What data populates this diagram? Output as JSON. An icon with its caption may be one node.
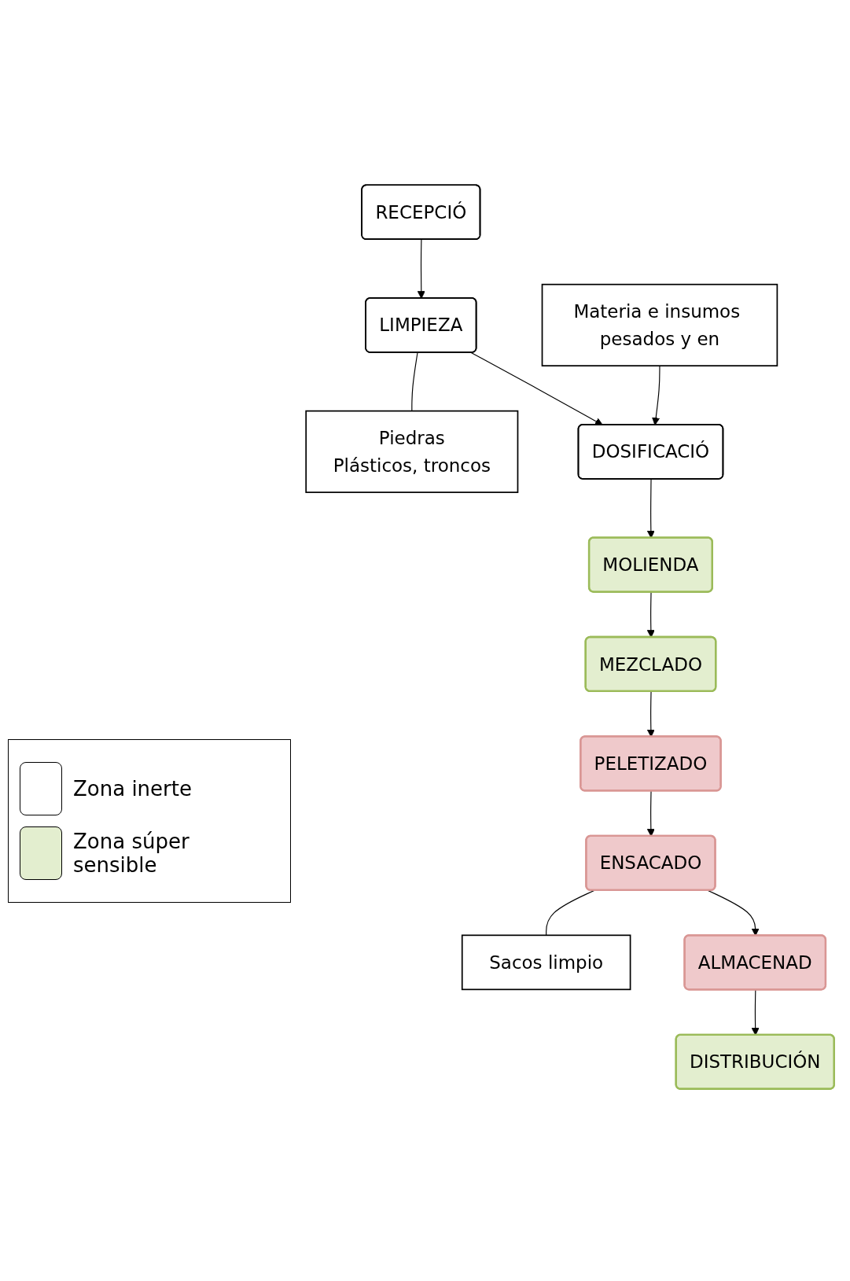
{
  "diagram": {
    "nodes": [
      {
        "text": [
          "RECEPCIÓ"
        ]
      },
      {
        "text": [
          "LIMPIEZA"
        ]
      },
      {
        "text": [
          "Piedras",
          "Plásticos, troncos"
        ]
      },
      {
        "text": [
          "Materia e insumos pesados y en"
        ]
      },
      {
        "text": [
          "DOSIFICACIÓ"
        ]
      },
      {
        "text": [
          "MOLIENDA"
        ]
      },
      {
        "text": [
          "MEZCLADO"
        ]
      },
      {
        "text": [
          "PELETIZADO"
        ]
      },
      {
        "text": [
          "ENSACADO"
        ]
      },
      {
        "text": [
          "Sacos limpio"
        ]
      },
      {
        "text": [
          "ALMACENAD"
        ]
      },
      {
        "text": [
          "DISTRIBUCIÓN"
        ]
      }
    ],
    "edges": [
      {
        "from": 0,
        "to": 1,
        "arrow": "to"
      },
      {
        "from": 1,
        "to": 2,
        "arrow": "none"
      },
      {
        "from": 1,
        "to": 4,
        "arrow": "to"
      },
      {
        "from": 3,
        "to": 4,
        "arrow": "to"
      },
      {
        "from": 4,
        "to": 5,
        "arrow": "to"
      },
      {
        "from": 5,
        "to": 6,
        "arrow": "to"
      },
      {
        "from": 6,
        "to": 7,
        "arrow": "to"
      },
      {
        "from": 7,
        "to": 8,
        "arrow": "to"
      },
      {
        "from": 8,
        "to": 9,
        "arrow": "none"
      },
      {
        "from": 8,
        "to": 10,
        "arrow": "to"
      },
      {
        "from": 10,
        "to": 11,
        "arrow": "to"
      }
    ],
    "legend": [
      {
        "text": "Zona inerte",
        "color": "#ffffff"
      },
      {
        "text": "Zona súper sensible",
        "color": "#e3eecf"
      }
    ]
  }
}
